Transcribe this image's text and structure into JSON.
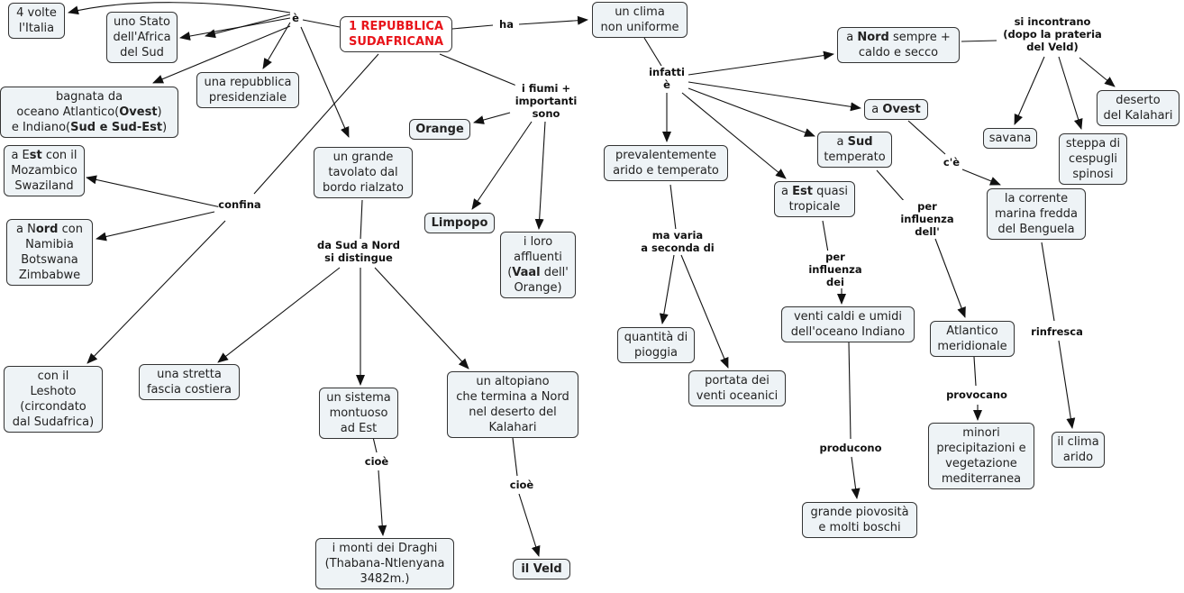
{
  "title": "1 REPUBBLICA SUDAFRICANA",
  "colors": {
    "root_text": "#e8141a",
    "node_fill": "#eef3f6",
    "border": "#333333",
    "line": "#111111"
  },
  "nodes": {
    "root": [
      "1 REPUBBLICA",
      "SUDAFRICANA"
    ],
    "quattro_volte": [
      "4 volte",
      "l'Italia"
    ],
    "uno_stato": [
      "uno Stato",
      "dell'Africa",
      "del Sud"
    ],
    "repubblica": [
      "una repubblica",
      "presidenziale"
    ],
    "bagnata": [
      "bagnata da",
      "oceano Atlantico(|Ovest|)",
      "e Indiano(|Sud e Sud-Est|)"
    ],
    "est": [
      "a E|st| con il",
      "Mozambico",
      "Swaziland"
    ],
    "nord": [
      "a N|ord| con",
      "Namibia",
      "Botswana",
      "Zimbabwe"
    ],
    "leshoto": [
      "con il",
      "Leshoto",
      "(circondato",
      "dal Sudafrica)"
    ],
    "tavolato": [
      "un grande",
      "tavolato dal",
      "bordo rialzato"
    ],
    "fascia": [
      "una stretta",
      "fascia costiera"
    ],
    "sistema": [
      "un sistema",
      "montuoso",
      "ad Est"
    ],
    "altopiano": [
      "un altopiano",
      "che termina a Nord",
      "nel deserto del",
      "Kalahari"
    ],
    "draghi": [
      "i monti dei Draghi",
      "(Thabana-Ntlenyana",
      "3482m.)"
    ],
    "veld": [
      "il Veld"
    ],
    "orange": [
      "Orange"
    ],
    "limpopo": [
      "Limpopo"
    ],
    "affluenti": [
      "i loro",
      "affluenti",
      "(|Vaal| dell'",
      "Orange)"
    ],
    "clima": [
      "un clima",
      "non uniforme"
    ],
    "prevalentemente": [
      "prevalentemente",
      "arido e temperato"
    ],
    "quantita": [
      "quantità di",
      "pioggia"
    ],
    "portata": [
      "portata dei",
      "venti oceanici"
    ],
    "est_tropicale": [
      "a |Est| quasi",
      "tropicale"
    ],
    "sud_temperato": [
      "a |Sud|",
      "temperato"
    ],
    "ovest": [
      "a |Ovest|"
    ],
    "nord_caldo": [
      "a |Nord| sempre +",
      "caldo e secco"
    ],
    "venti": [
      "venti caldi e umidi",
      "dell'oceano Indiano"
    ],
    "piovosita": [
      "grande piovosità",
      "e molti boschi"
    ],
    "atlantico": [
      "Atlantico",
      "meridionale"
    ],
    "minori": [
      "minori",
      "precipitazioni e",
      "vegetazione",
      "mediterranea"
    ],
    "corrente": [
      "la corrente",
      "marina fredda",
      "del Benguela"
    ],
    "clima_arido": [
      "il clima",
      "arido"
    ],
    "savana": [
      "savana"
    ],
    "steppa": [
      "steppa di",
      "cespugli",
      "spinosi"
    ],
    "deserto": [
      "deserto",
      "del Kalahari"
    ]
  },
  "links": {
    "e": [
      "è"
    ],
    "ha": [
      "ha"
    ],
    "confina": [
      "confina"
    ],
    "fiumi": [
      "i fiumi +",
      "importanti",
      "sono"
    ],
    "distingue": [
      "da Sud a Nord",
      "si distingue"
    ],
    "cioe1": [
      "cioè"
    ],
    "cioe2": [
      "cioè"
    ],
    "infatti": [
      "infatti",
      "è"
    ],
    "ma_varia": [
      "ma varia",
      "a seconda di"
    ],
    "per_dei": [
      "per",
      "influenza",
      "dei"
    ],
    "per_dell": [
      "per",
      "influenza",
      "dell'"
    ],
    "ce": [
      "c'è"
    ],
    "si_incontrano": [
      "si incontrano",
      "(dopo la prateria",
      "del Veld)"
    ],
    "producono": [
      "producono"
    ],
    "provocano": [
      "provocano"
    ],
    "rinfresca": [
      "rinfresca"
    ]
  }
}
